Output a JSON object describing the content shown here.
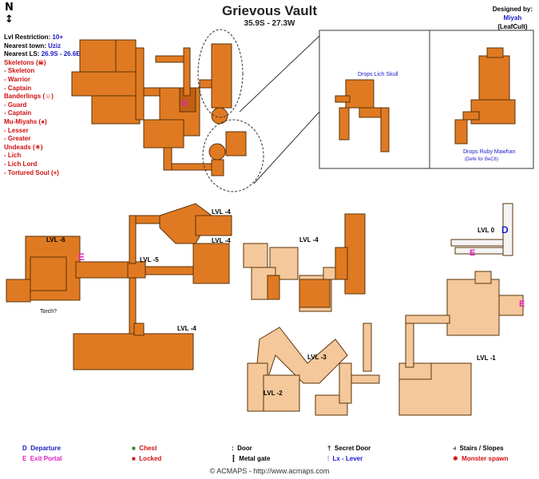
{
  "title": "Grievous Vault",
  "coordinates": "35.9S - 27.3W",
  "designer": {
    "label": "Designed by:",
    "name": "Miyah",
    "guild": "(LeafCult)"
  },
  "info": {
    "restriction_label": "Lvl Restriction:",
    "restriction_value": "10+",
    "town_label": "Nearest town:",
    "town_value": "Uziz",
    "ls_label": "Nearest LS:",
    "ls_value": "26.9S - 26.6E"
  },
  "monsters": {
    "skeletons_header": "Skeletons (☠)",
    "skeletons": [
      "- Skeleton",
      "- Warrior",
      "- Captain"
    ],
    "banderlings_header": "Banderlings (☺)",
    "banderlings": [
      "- Guard",
      "- Captain"
    ],
    "mumiyahs_header": "Mu-Miyahs (●)",
    "mumiyahs": [
      "- Lesser",
      "- Greater"
    ],
    "undeads_header": "Undeads (☀)",
    "undeads": [
      "- Lich",
      "- Lich Lord",
      "- Tortured Soul (+)"
    ]
  },
  "labels": {
    "lvl6": "LVL -6",
    "lvl5": "LVL -5",
    "lvl4a": "LVL -4",
    "lvl4b": "LVL -4",
    "lvl4c": "LVL -4",
    "lvl4d": "LVL -4",
    "lvl3": "LVL -3",
    "lvl2": "LVL -2",
    "lvl1": "LVL -1",
    "lvl0": "LVL 0",
    "torch": "Torch?",
    "lich_skull": "Drops Lich Skull",
    "ruby": "Drops Ruby Mawhan",
    "ruby_sub": "(Defé for BeC6)"
  },
  "legend": {
    "departure": "Departure",
    "exit": "Exit Portal",
    "chest": "Chest",
    "locked": "Locked",
    "door": "Door",
    "gate": "Metal gate",
    "secret": "Secret Door",
    "lever": "Lx - Lever",
    "stairs": "Stairs / Slopes",
    "spawn": "Monster spawn"
  },
  "copyright": "© ACMAPS - http://www.acmaps.com",
  "colors": {
    "room": "#e07a22",
    "light": "#f4c89a",
    "outline": "#5a3208",
    "red": "#d01010",
    "blue": "#1a1ac8",
    "magenta": "#e020c0",
    "green": "#2a8a2a"
  }
}
